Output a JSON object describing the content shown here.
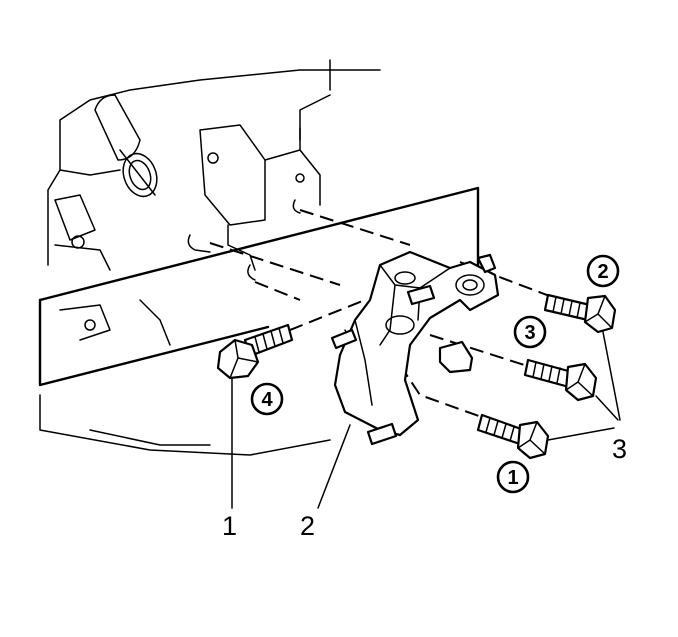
{
  "callouts": [
    {
      "id": "1",
      "label": "1"
    },
    {
      "id": "2",
      "label": "2"
    },
    {
      "id": "3",
      "label": "3"
    }
  ],
  "sequence_markers": [
    {
      "id": "seq-1",
      "label": "1"
    },
    {
      "id": "seq-2",
      "label": "2"
    },
    {
      "id": "seq-3",
      "label": "3"
    },
    {
      "id": "seq-4",
      "label": "4"
    }
  ]
}
